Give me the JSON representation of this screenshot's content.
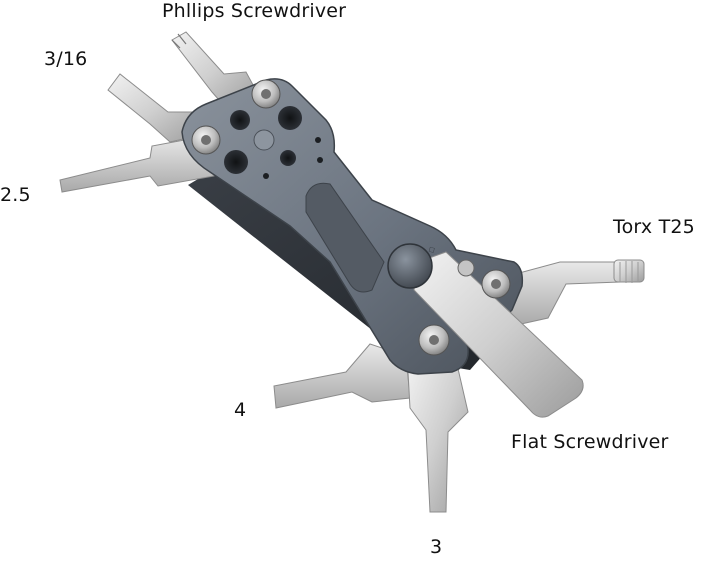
{
  "labels": {
    "phillips": "Phllips Screwdriver",
    "hex_3_16": "3/16",
    "hex_2_5": "2.5",
    "torx": "Torx T25",
    "hex_4": "4",
    "flat": "Flat Screwdriver",
    "hex_3": "3"
  },
  "colors": {
    "background": "#ffffff",
    "body": "#6b7480",
    "bit_steel": "#d6d6d6",
    "text": "#111111"
  }
}
